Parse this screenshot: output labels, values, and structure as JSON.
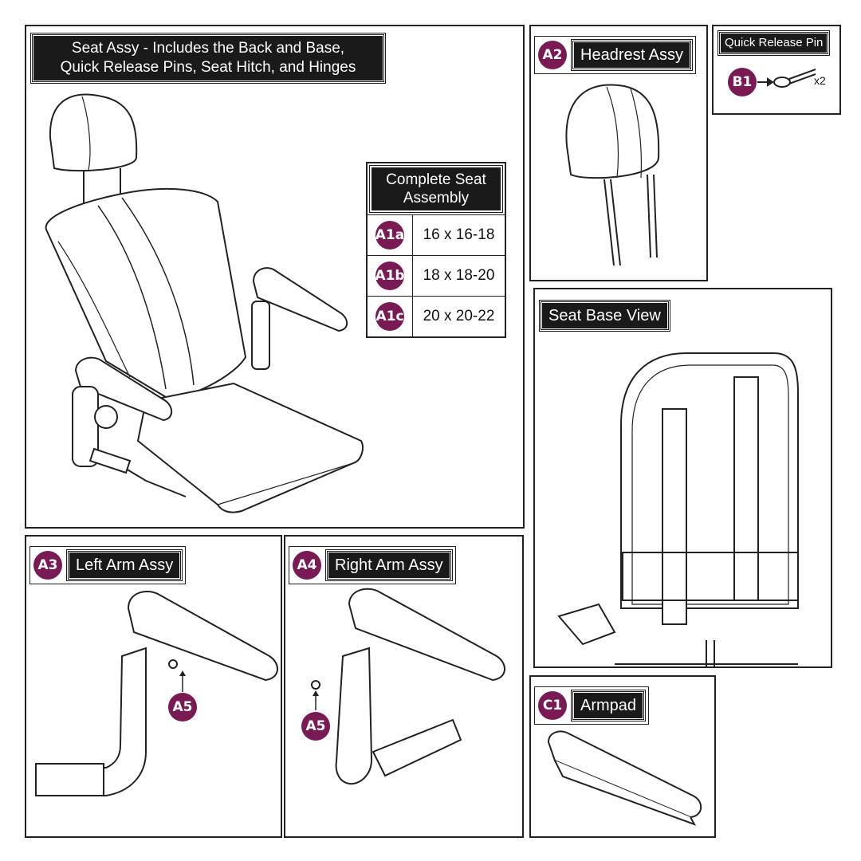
{
  "seat_panel": {
    "title_line1": "Seat Assy - Includes the Back and Base,",
    "title_line2": "Quick Release Pins, Seat Hitch, and Hinges",
    "table": {
      "header_line1": "Complete Seat",
      "header_line2": "Assembly",
      "rows": [
        {
          "code": "A1a",
          "size": "16 x 16-18"
        },
        {
          "code": "A1b",
          "size": "18 x 18-20"
        },
        {
          "code": "A1c",
          "size": "20 x 20-22"
        }
      ]
    }
  },
  "headrest_panel": {
    "code": "A2",
    "label": "Headrest Assy"
  },
  "pin_panel": {
    "title": "Quick Release Pin",
    "code": "B1",
    "qty": "x2"
  },
  "base_panel": {
    "label": "Seat Base View"
  },
  "left_arm_panel": {
    "code": "A3",
    "label": "Left Arm Assy",
    "part_code": "A5"
  },
  "right_arm_panel": {
    "code": "A4",
    "label": "Right Arm Assy",
    "part_code": "A5"
  },
  "armpad_panel": {
    "code": "C1",
    "label": "Armpad"
  },
  "colors": {
    "badge": "#7a1a55",
    "label_bg": "#1a1a1a",
    "border": "#222222"
  }
}
